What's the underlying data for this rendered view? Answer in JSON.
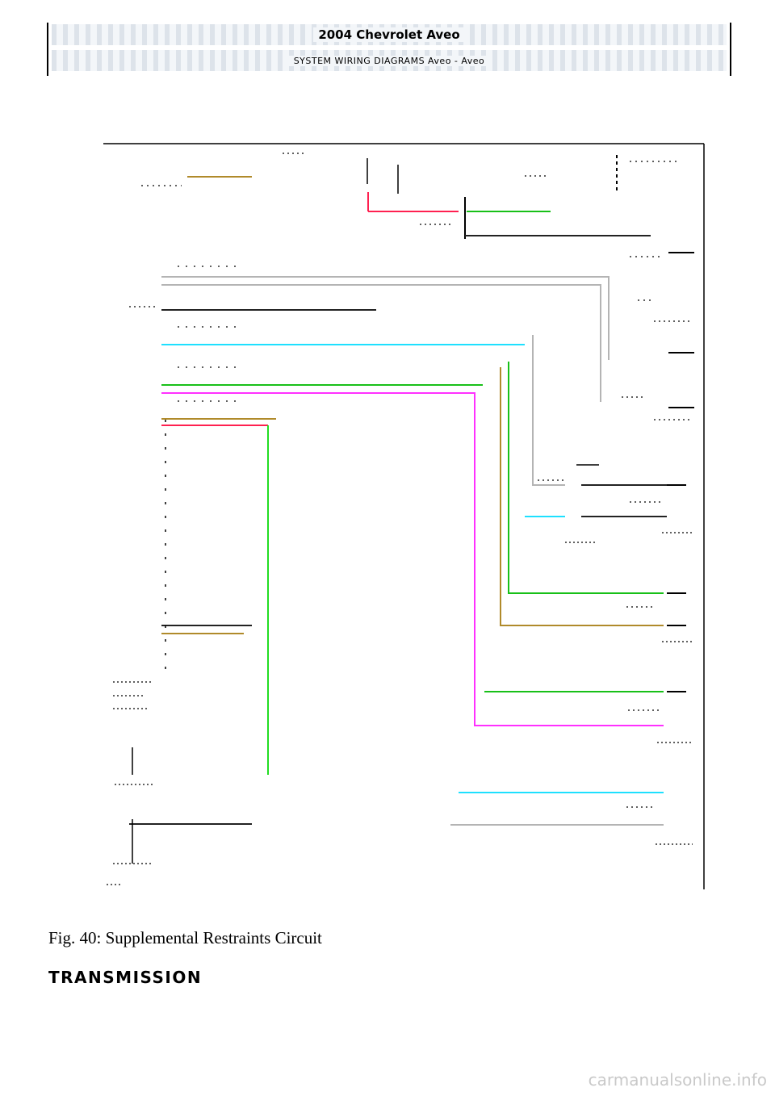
{
  "header": {
    "title": "2004 Chevrolet Aveo",
    "subtitle": "SYSTEM WIRING DIAGRAMS Aveo - Aveo"
  },
  "figure": {
    "caption": "Fig. 40: Supplemental Restraints Circuit"
  },
  "section_heading": "TRANSMISSION",
  "watermark": "carmanualsonline.info",
  "wire_colors": {
    "tan": "#b08a2a",
    "red": "#ff2050",
    "green": "#18c018",
    "gray": "#b4b4b4",
    "black": "#222222",
    "cyan": "#1ee0ff",
    "pink": "#ff30ff",
    "lightgreen": "#22dd22"
  }
}
